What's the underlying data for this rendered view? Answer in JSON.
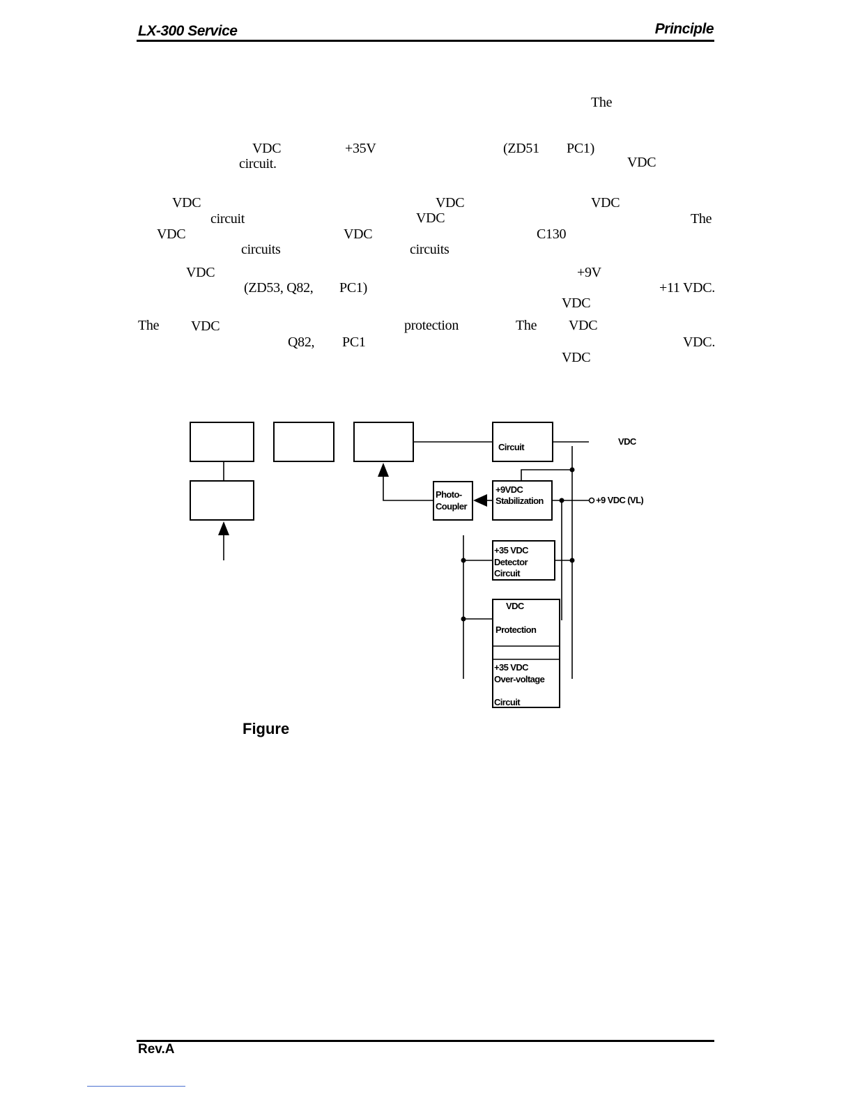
{
  "header": {
    "left": "LX-300 Service",
    "right": "Principle"
  },
  "footer": {
    "left": "Rev.A"
  },
  "text_fragments": {
    "r1_the": "The",
    "r2_vdc": "VDC",
    "r2_35v": "+35V",
    "r2_zd51": "(ZD51",
    "r2_pc1": "PC1)",
    "r3_circuit": "circuit.",
    "r3_vdc": "VDC",
    "r4_vdc_a": "VDC",
    "r4_vdc_b": "VDC",
    "r4_vdc_c": "VDC",
    "r5_circuit": "circuit",
    "r5_vdc": "VDC",
    "r5_the": "The",
    "r6_vdc_a": "VDC",
    "r6_vdc_b": "VDC",
    "r6_c130": "C130",
    "r7_circuits_a": "circuits",
    "r7_circuits_b": "circuits",
    "r8_vdc": "VDC",
    "r8_9v": "+9V",
    "r9_zd53": "(ZD53, Q82,",
    "r9_pc1": "PC1)",
    "r9_11vdc": "+11 VDC.",
    "r10_vdc": "VDC",
    "r11_the_a": "The",
    "r11_vdc_a": "VDC",
    "r11_protection": "protection",
    "r11_the_b": "The",
    "r11_vdc_b": "VDC",
    "r12_q82": "Q82,",
    "r12_pc1": "PC1",
    "r12_vdc": "VDC.",
    "r13_vdc": "VDC"
  },
  "diagram": {
    "circuit_box": "Circuit",
    "circuit_out": "VDC",
    "photo_line1": "Photo-",
    "photo_line2": "Coupler",
    "stab_line1": "+9VDC",
    "stab_line2": "Stabilization",
    "vl_out": "+9 VDC (VL)",
    "det_line1": "+35 VDC",
    "det_line2": "Detector",
    "det_line3": "Circuit",
    "prot_line1": "VDC",
    "prot_line2": "Protection",
    "ov_line1": "+35 VDC",
    "ov_line2": "Over-voltage",
    "ov_line3": "Circuit"
  },
  "figure": {
    "caption": "Figure"
  }
}
